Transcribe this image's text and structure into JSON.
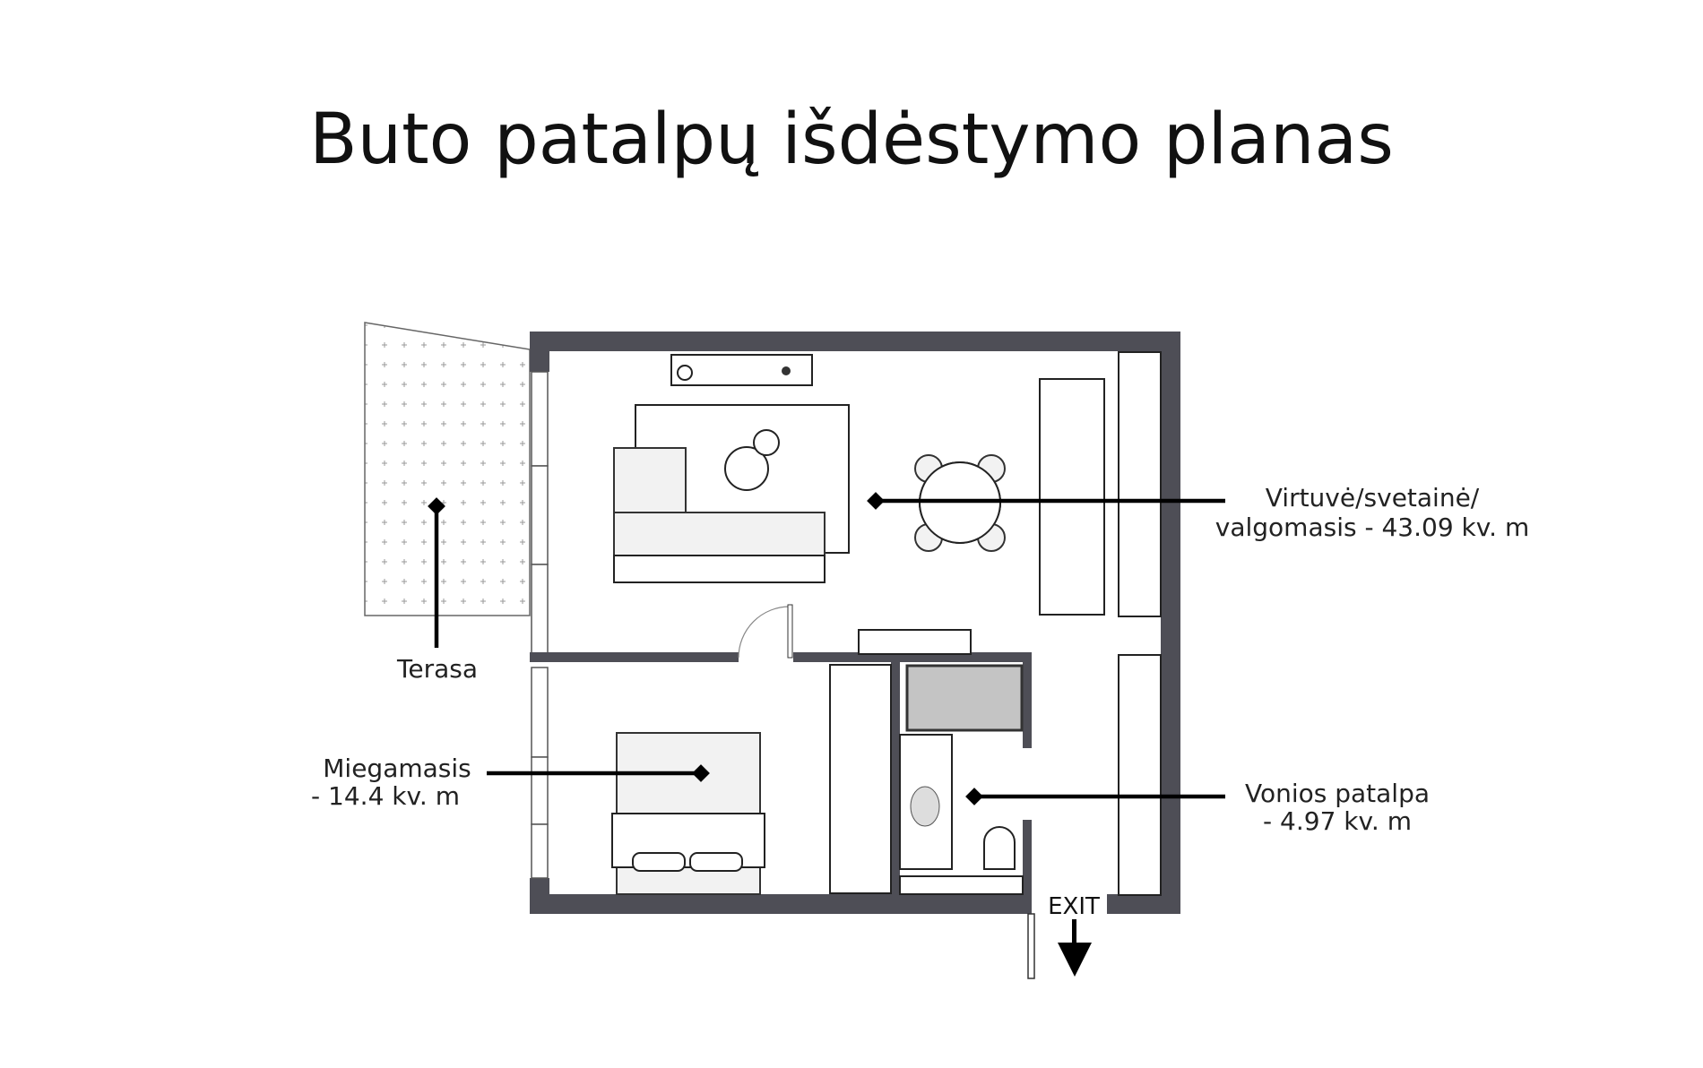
{
  "title": "Buto patalpų išdėstymo planas",
  "rooms": {
    "living": {
      "line1": "Virtuvė/svetainė/",
      "line2": "valgomasis - 43.09 kv. m"
    },
    "terrace": {
      "label": "Terasa"
    },
    "bedroom": {
      "line1": "Miegamasis",
      "line2": "- 14.4 kv. m"
    },
    "bathroom": {
      "line1": "Vonios patalpa",
      "line2": "- 4.97 kv. m"
    }
  },
  "exit_label": "EXIT",
  "colors": {
    "wall": "#4e4e56",
    "leader": "#000000"
  }
}
